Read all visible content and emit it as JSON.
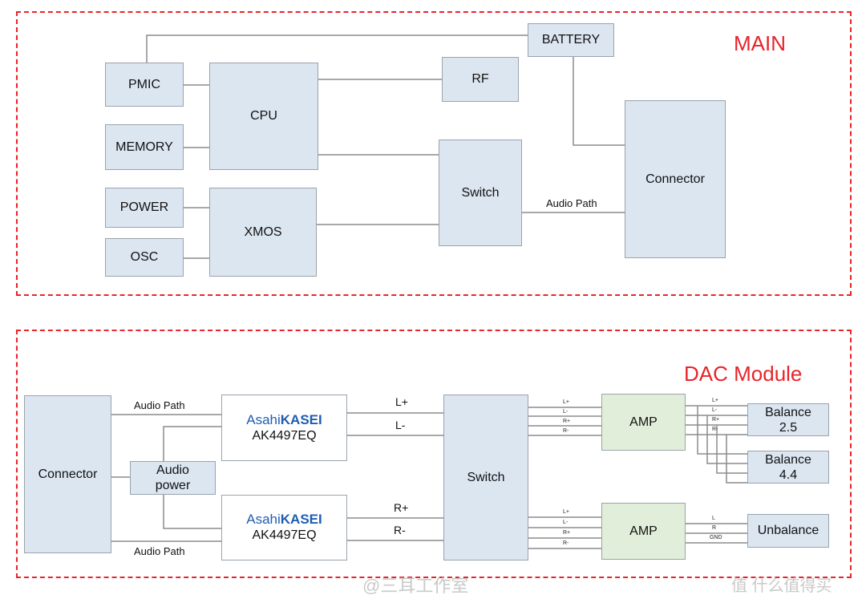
{
  "main": {
    "title": "MAIN",
    "blocks": {
      "battery": "BATTERY",
      "pmic": "PMIC",
      "cpu": "CPU",
      "rf": "RF",
      "memory": "MEMORY",
      "power": "POWER",
      "xmos": "XMOS",
      "osc": "OSC",
      "switch": "Switch",
      "connector": "Connector"
    },
    "audio_path_label": "Audio Path"
  },
  "dac": {
    "title": "DAC Module",
    "blocks": {
      "connector": "Connector",
      "audio_power_line1": "Audio",
      "audio_power_line2": "power",
      "chip_brand_regular": "Asahi",
      "chip_brand_bold": "KASEI",
      "chip_model": "AK4497EQ",
      "switch": "Switch",
      "amp": "AMP",
      "balance25_line1": "Balance",
      "balance25_line2": "2.5",
      "balance44_line1": "Balance",
      "balance44_line2": "4.4",
      "unbalance": "Unbalance"
    },
    "audio_path_label": "Audio Path",
    "pins": {
      "l_plus": "L+",
      "l_minus": "L-",
      "r_plus": "R+",
      "r_minus": "R-",
      "l": "L",
      "r": "R",
      "gnd": "GND"
    }
  },
  "watermark": {
    "left": "@三耳工作室",
    "right": "值 什么值得买"
  },
  "colors": {
    "frame": "#e8242a",
    "block": "#dce6f1",
    "amp": "#e1eed9",
    "brand": "#1f5db0"
  }
}
